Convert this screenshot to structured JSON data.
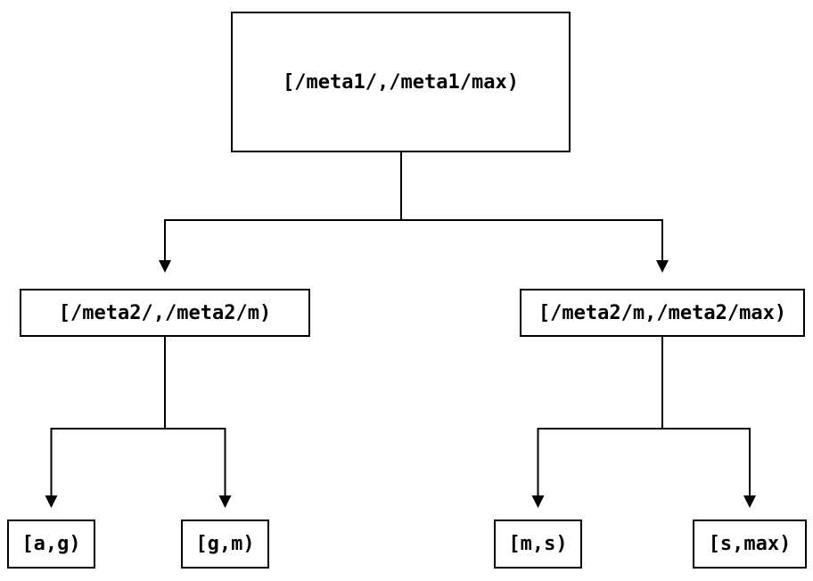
{
  "diagram": {
    "background_color": "#ffffff",
    "line_color": "#000000",
    "text_color": "#000000",
    "nodes": {
      "root": {
        "label": "[/meta1/,/meta1/max)"
      },
      "meta2_low": {
        "label": "[/meta2/,/meta2/m)"
      },
      "meta2_high": {
        "label": "[/meta2/m,/meta2/max)"
      },
      "leaf_ag": {
        "label": "[a,g)"
      },
      "leaf_gm": {
        "label": "[g,m)"
      },
      "leaf_ms": {
        "label": "[m,s)"
      },
      "leaf_smax": {
        "label": "[s,max)"
      }
    }
  }
}
